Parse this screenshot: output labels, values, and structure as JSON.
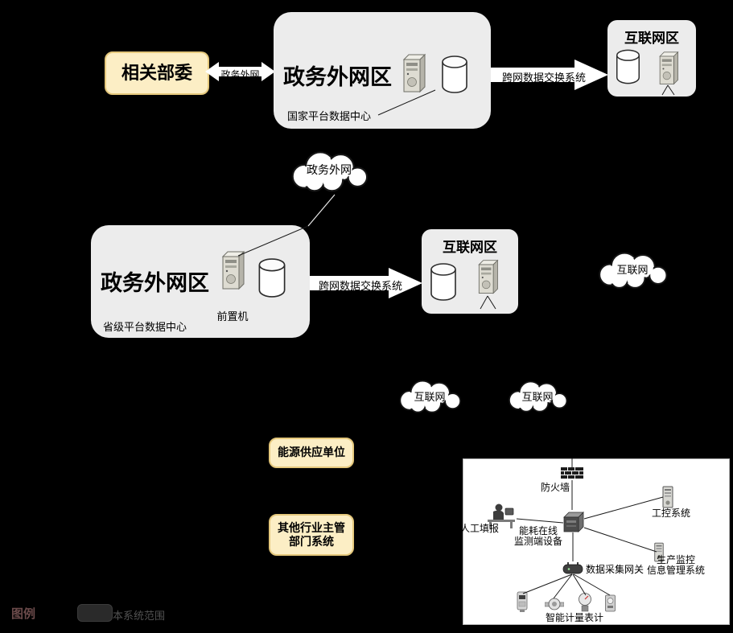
{
  "colors": {
    "background": "#000000",
    "zone_fill": "#ececec",
    "highlight_fill": "#fceec5",
    "highlight_border": "#e5c87c",
    "panel_fill": "#ffffff",
    "arrow_fill": "#ffffff",
    "line_dark": "#1a1a1a",
    "line_light": "#e8e8e8"
  },
  "top": {
    "ministries_label": "相关部委",
    "gov_extranet_label": "政务外网",
    "national_zone_title": "政务外网区",
    "national_zone_subtitle": "国家平台数据中心",
    "exchange_label": "跨网数据交换系统",
    "internet_zone_title": "互联网区"
  },
  "middle": {
    "gov_cloud_label": "政务外网",
    "provincial_zone_title": "政务外网区",
    "front_machine_label": "前置机",
    "provincial_zone_subtitle": "省级平台数据中心",
    "exchange_label": "跨网数据交换系统",
    "internet_zone_title": "互联网区",
    "internet_cloud_label": "互联网"
  },
  "lower": {
    "internet_cloud1_label": "互联网",
    "internet_cloud2_label": "互联网",
    "energy_supplier_label": "能源供应单位",
    "other_dept_line1": "其他行业主管",
    "other_dept_line2": "部门系统"
  },
  "panel": {
    "firewall_label": "防火墙",
    "device_line1": "能耗在线",
    "device_line2": "监测端设备",
    "manual_label": "人工填报",
    "ics_label": "工控系统",
    "prod_line1": "生产监控",
    "prod_line2": "信息管理系统",
    "gateway_label": "数据采集网关",
    "meters_label": "智能计量表计"
  },
  "legend": {
    "title": "图例",
    "scope_label": "本系统范围"
  }
}
